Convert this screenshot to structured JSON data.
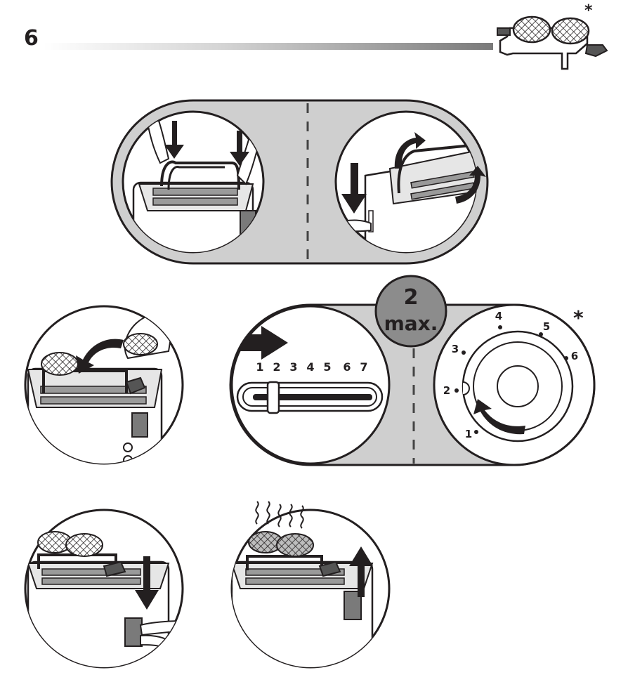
{
  "page": {
    "number": "6"
  },
  "header": {
    "accessory_asterisk": "*"
  },
  "browning": {
    "limit_number": "2",
    "limit_unit": "max.",
    "slider_scale": [
      "1",
      "2",
      "3",
      "4",
      "5",
      "6",
      "7"
    ],
    "dial_scale": [
      "1",
      "2",
      "3",
      "4",
      "5",
      "6"
    ],
    "dial_asterisk": "*"
  }
}
